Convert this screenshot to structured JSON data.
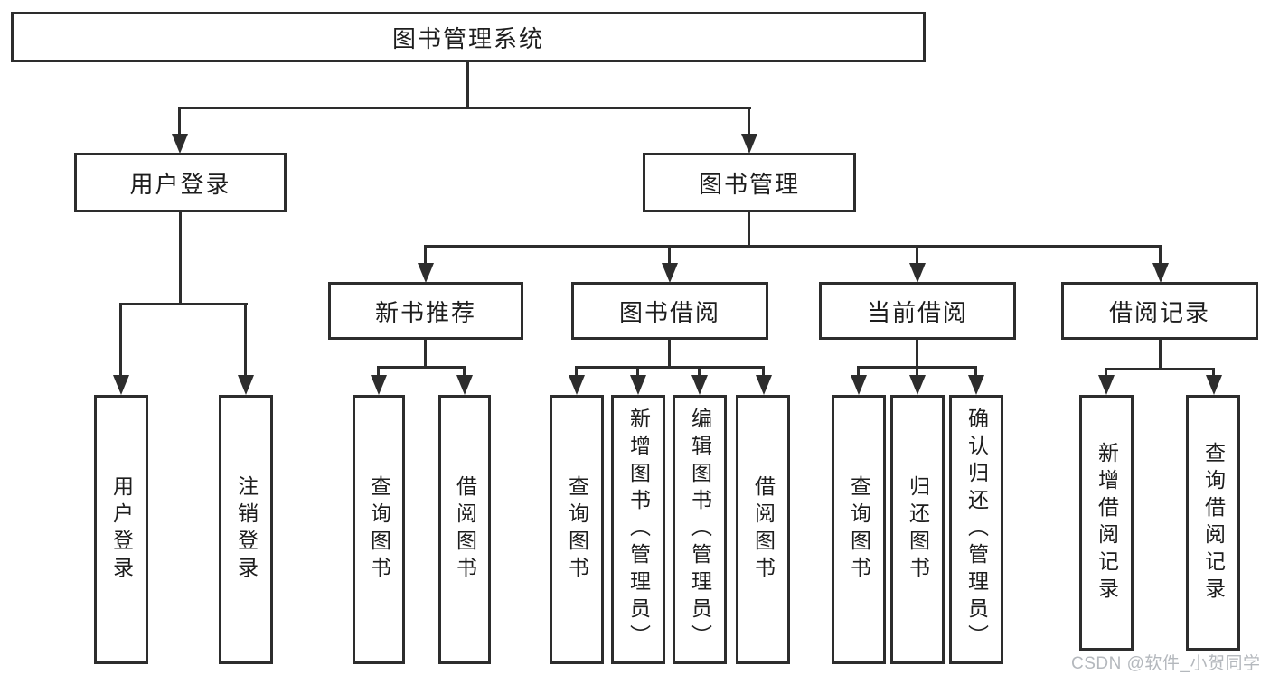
{
  "tree": {
    "root": {
      "label": "图书管理系统"
    },
    "level2": [
      {
        "label": "用户登录"
      },
      {
        "label": "图书管理"
      }
    ],
    "level3": [
      {
        "label": "新书推荐",
        "parent": "图书管理"
      },
      {
        "label": "图书借阅",
        "parent": "图书管理"
      },
      {
        "label": "当前借阅",
        "parent": "图书管理"
      },
      {
        "label": "借阅记录",
        "parent": "图书管理"
      }
    ],
    "leaves": [
      {
        "label": "用户登录",
        "parent": "用户登录"
      },
      {
        "label": "注销登录",
        "parent": "用户登录"
      },
      {
        "label": "查询图书",
        "parent": "新书推荐"
      },
      {
        "label": "借阅图书",
        "parent": "新书推荐"
      },
      {
        "label": "查询图书",
        "parent": "图书借阅"
      },
      {
        "label": "新增图书（管理员）",
        "parent": "图书借阅"
      },
      {
        "label": "编辑图书（管理员）",
        "parent": "图书借阅"
      },
      {
        "label": "借阅图书",
        "parent": "图书借阅"
      },
      {
        "label": "查询图书",
        "parent": "当前借阅"
      },
      {
        "label": "归还图书",
        "parent": "当前借阅"
      },
      {
        "label": "确认归还（管理员）",
        "parent": "当前借阅"
      },
      {
        "label": "新增借阅记录",
        "parent": "借阅记录"
      },
      {
        "label": "查询借阅记录",
        "parent": "借阅记录"
      }
    ]
  },
  "watermark": {
    "text": "CSDN @软件_小贺同学"
  },
  "colors": {
    "line": "#2d2d2d",
    "ink": "#1d1d1d",
    "watermark": "#b4b8bd",
    "bg": "#ffffff"
  }
}
